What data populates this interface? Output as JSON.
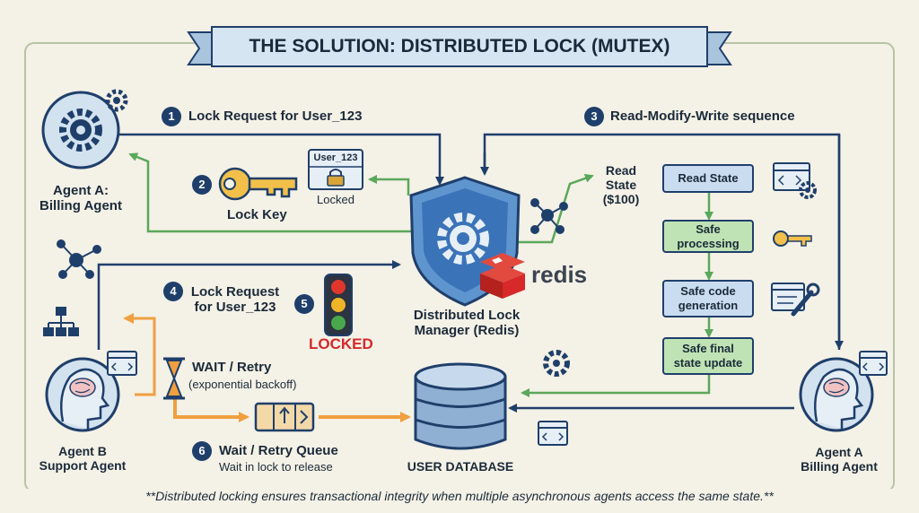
{
  "title": "THE SOLUTION: DISTRIBUTED LOCK (MUTEX)",
  "agents": {
    "a_left": "Agent A:\nBilling Agent",
    "b_left": "Agent B\nSupport Agent",
    "a_right": "Agent A\nBilling Agent"
  },
  "steps": {
    "s1": {
      "num": "1",
      "label": "Lock Request for User_123"
    },
    "s2": {
      "num": "2",
      "label": "Lock Key"
    },
    "s3": {
      "num": "3",
      "label": "Read-Modify-Write sequence"
    },
    "s4": {
      "num": "4",
      "label": "Lock Request\nfor User_123"
    },
    "s5": {
      "num": "5"
    },
    "s6": {
      "num": "6",
      "label": "Wait / Retry Queue",
      "sub": "Wait in lock to release"
    }
  },
  "lock_tag": {
    "user": "User_123",
    "status": "Locked"
  },
  "manager": {
    "label": "Distributed Lock\nManager (Redis)",
    "brand": "redis"
  },
  "locked_label": "LOCKED",
  "wait": {
    "title": "WAIT / Retry",
    "sub": "(exponential backoff)"
  },
  "read_state": "Read\nState\n($100)",
  "sequence": [
    {
      "label": "Read State"
    },
    {
      "label": "Safe\nprocessing"
    },
    {
      "label": "Safe code\ngeneration"
    },
    {
      "label": "Safe final\nstate update"
    }
  ],
  "database": "USER DATABASE",
  "footer": "**Distributed locking ensures transactional integrity when multiple asynchronous agents access the same state.**",
  "colors": {
    "navy": "#1f3f6b",
    "green": "#5aa85a",
    "orange": "#f0a040",
    "shield": "#3b73b9",
    "red": "#d7282a"
  },
  "icons": [
    "gear-icon",
    "key-icon",
    "padlock-icon",
    "shield-icon",
    "redis-icon",
    "traffic-light-icon",
    "hourglass-icon",
    "database-icon",
    "brain-icon",
    "code-window-icon",
    "wrench-icon",
    "network-icon",
    "hierarchy-icon"
  ]
}
